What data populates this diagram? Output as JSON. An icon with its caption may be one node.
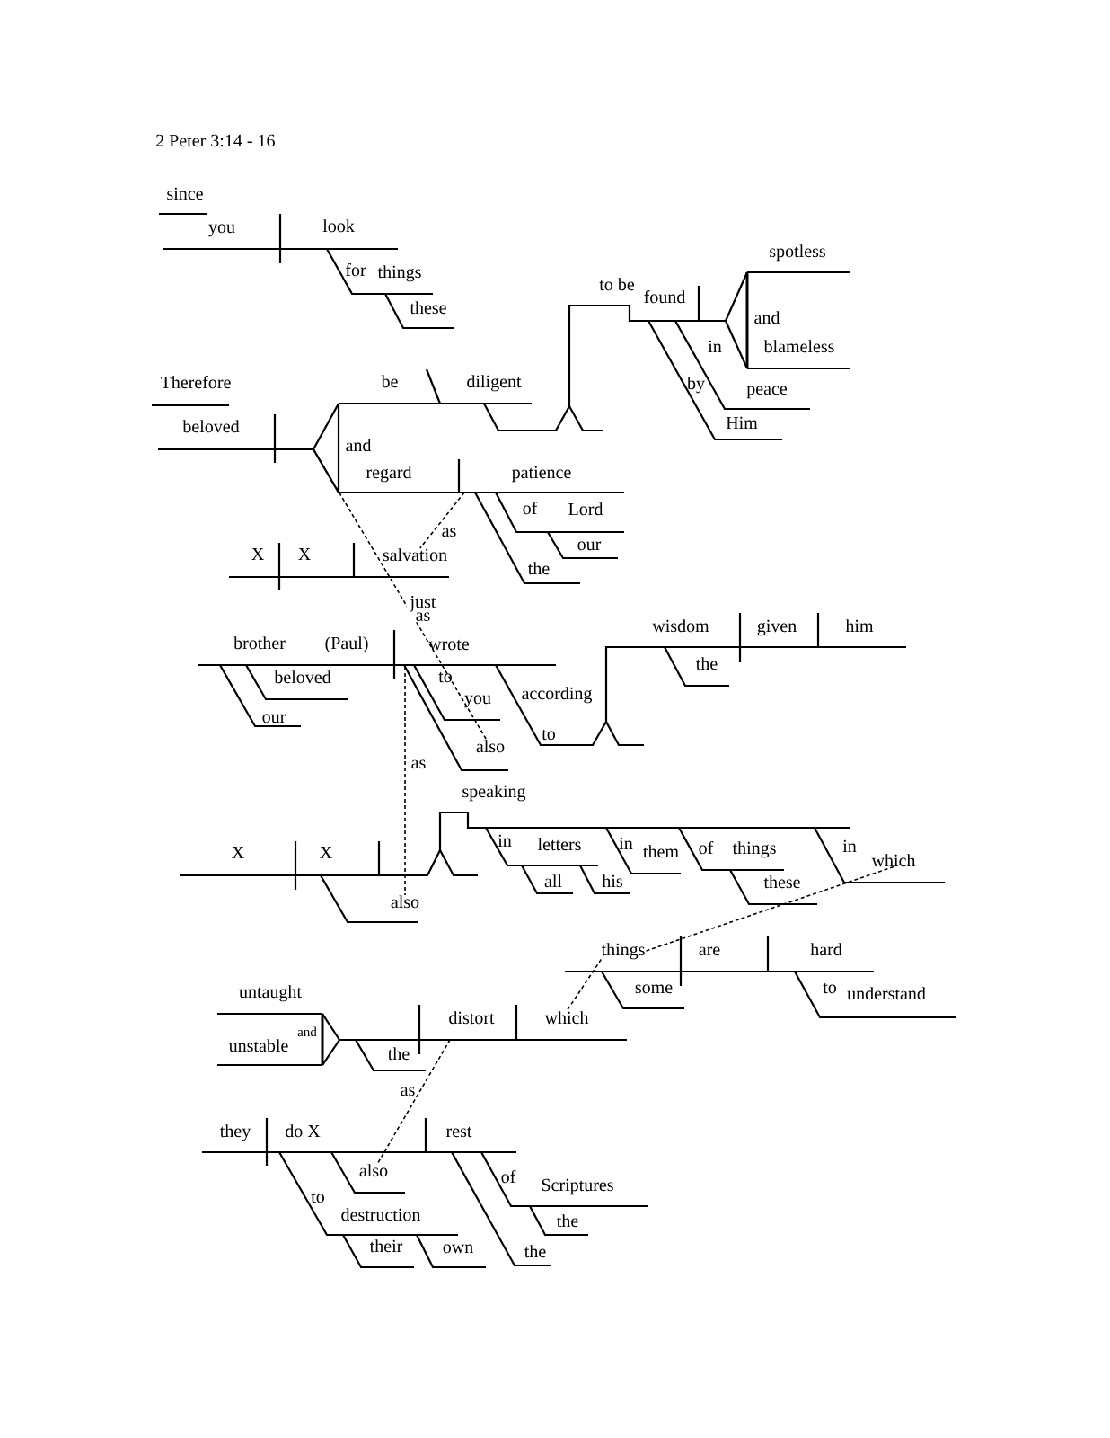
{
  "diagram": {
    "title": "2 Peter 3:14 - 16",
    "nodes": [
      {
        "text": [
          "salvation"
        ]
      },
      {
        "text": [
          "also"
        ]
      },
      {
        "text": [
          "which"
        ]
      },
      {
        "text": [
          "also"
        ]
      },
      {
        "text": [
          "things"
        ]
      },
      {
        "text": [
          "which"
        ]
      },
      {
        "text": [
          "also"
        ]
      }
    ],
    "edges": [
      {
        "from": null,
        "to": 0,
        "arrow": "none",
        "style": "dashed",
        "label": "as"
      },
      {
        "from": null,
        "to": 1,
        "arrow": "none",
        "style": "dashed",
        "label": "just as"
      },
      {
        "from": null,
        "to": 3,
        "arrow": "none",
        "style": "dashed",
        "label": "as"
      },
      {
        "from": 2,
        "to": 4,
        "arrow": "none",
        "style": "dashed"
      },
      {
        "from": 4,
        "to": 5,
        "arrow": "none",
        "style": "dashed"
      },
      {
        "from": null,
        "to": 6,
        "arrow": "none",
        "style": "dashed",
        "label": "as"
      }
    ],
    "labels": [
      "since",
      "you",
      "look",
      "spotless",
      "for",
      "things",
      "to be",
      "found",
      "these",
      "and",
      "in",
      "blameless",
      "Therefore",
      "be",
      "diligent",
      "by",
      "peace",
      "beloved",
      "Him",
      "and",
      "regard",
      "patience",
      "of",
      "Lord",
      "our",
      "X",
      "X",
      "the",
      "wisdom",
      "given",
      "him",
      "brother",
      "(Paul)",
      "wrote",
      "the",
      "beloved",
      "to",
      "you",
      "according",
      "our",
      "to",
      "speaking",
      "X",
      "X",
      "in",
      "letters",
      "in",
      "them",
      "of",
      "things",
      "in",
      "all",
      "his",
      "these",
      "are",
      "hard",
      "untaught",
      "some",
      "to",
      "understand",
      "distort",
      "and",
      "unstable",
      "the",
      "they",
      "do X",
      "rest",
      "of",
      "Scriptures",
      "to",
      "destruction",
      "the",
      "their",
      "own",
      "the"
    ]
  }
}
